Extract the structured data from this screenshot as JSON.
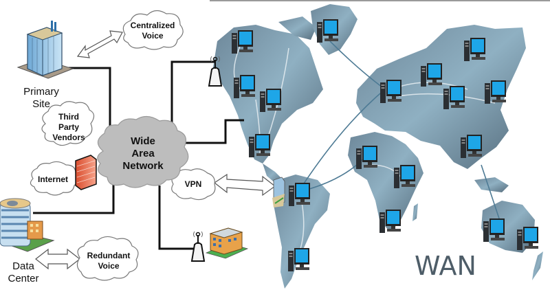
{
  "diagram": {
    "title_label": "WAN",
    "hub": {
      "lines": [
        "Wide",
        "Area",
        "Network"
      ]
    },
    "sites": {
      "primary": [
        "Primary",
        "Site"
      ],
      "data_center": [
        "Data",
        "Center"
      ]
    },
    "clouds": {
      "centralized_voice": [
        "Centralized",
        "Voice"
      ],
      "third_party": [
        "Third",
        "Party",
        "Vendors"
      ],
      "internet": [
        "Internet"
      ],
      "redundant_voice": [
        "Redundant",
        "Voice"
      ],
      "vpn": [
        "VPN"
      ]
    },
    "colors": {
      "hub_cloud": "#bdbdbd",
      "map_land": "#5f7889",
      "map_land_light": "#8fb0c2",
      "monitor_screen": "#1ea6e8",
      "firewall": "#e8664a",
      "line": "#111111"
    },
    "map_nodes": [
      {
        "region": "alaska"
      },
      {
        "region": "greenland"
      },
      {
        "region": "west-canada"
      },
      {
        "region": "east-canada"
      },
      {
        "region": "usa"
      },
      {
        "region": "central-america"
      },
      {
        "region": "south-america-north"
      },
      {
        "region": "south-america-south"
      },
      {
        "region": "europe"
      },
      {
        "region": "russia-west"
      },
      {
        "region": "russia-central"
      },
      {
        "region": "siberia"
      },
      {
        "region": "east-asia"
      },
      {
        "region": "china-south"
      },
      {
        "region": "west-africa"
      },
      {
        "region": "east-africa"
      },
      {
        "region": "southern-africa"
      },
      {
        "region": "australia-west"
      },
      {
        "region": "australia-east"
      }
    ]
  }
}
